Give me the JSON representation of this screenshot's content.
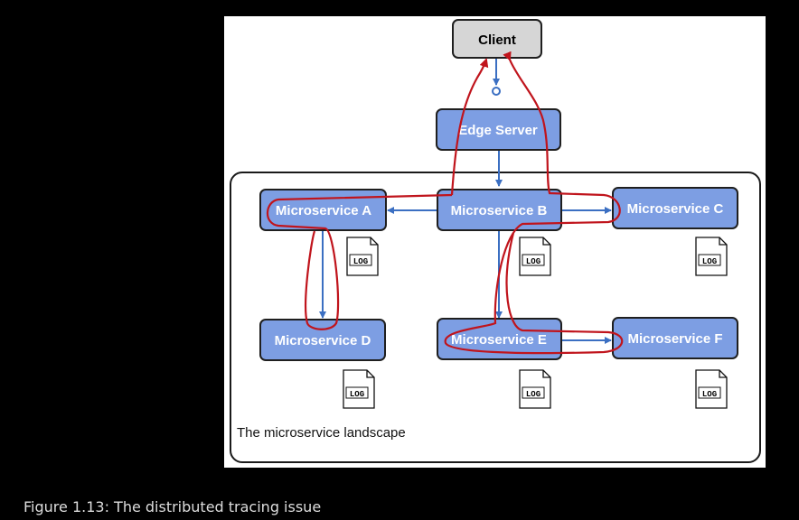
{
  "nodes": {
    "client": "Client",
    "edge_server": "Edge Server",
    "microservice_a": "Microservice A",
    "microservice_b": "Microservice B",
    "microservice_c": "Microservice C",
    "microservice_d": "Microservice D",
    "microservice_e": "Microservice E",
    "microservice_f": "Microservice F"
  },
  "log_label": "LOG",
  "landscape_label": "The microservice landscape",
  "caption": "Figure 1.13: The distributed tracing issue",
  "colors": {
    "node_fill": "#7d9ee3",
    "client_fill": "#d6d6d6",
    "connection": "#3b6fc2",
    "trace": "#c0141c"
  },
  "icons": [
    "log-file-icon"
  ]
}
